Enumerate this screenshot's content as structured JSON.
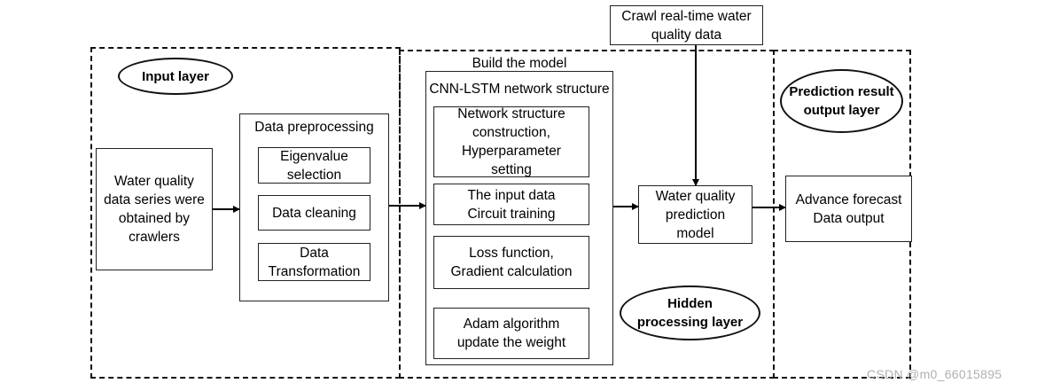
{
  "layers": {
    "input": "Input layer",
    "hidden": "Hidden\nprocessing layer",
    "output": "Prediction result\noutput layer"
  },
  "boxes": {
    "water_series": "Water quality\ndata series were\nobtained by\ncrawlers",
    "preprocessing_title": "Data preprocessing",
    "eigenvalue": "Eigenvalue\nselection",
    "cleaning": "Data cleaning",
    "transformation": "Data\nTransformation",
    "build_model": "Build the model",
    "cnn_lstm": "CNN-LSTM network structure",
    "network_construction": "Network structure\nconstruction,\nHyperparameter\nsetting",
    "input_training": "The input data\nCircuit training",
    "loss_gradient": "Loss function,\nGradient calculation",
    "adam": "Adam algorithm\nupdate the weight",
    "crawl_realtime": "Crawl real-time water\nquality data",
    "prediction_model": "Water quality\nprediction\nmodel",
    "advance_forecast": "Advance forecast\nData output"
  },
  "watermark": "CSDN @m0_66015895"
}
